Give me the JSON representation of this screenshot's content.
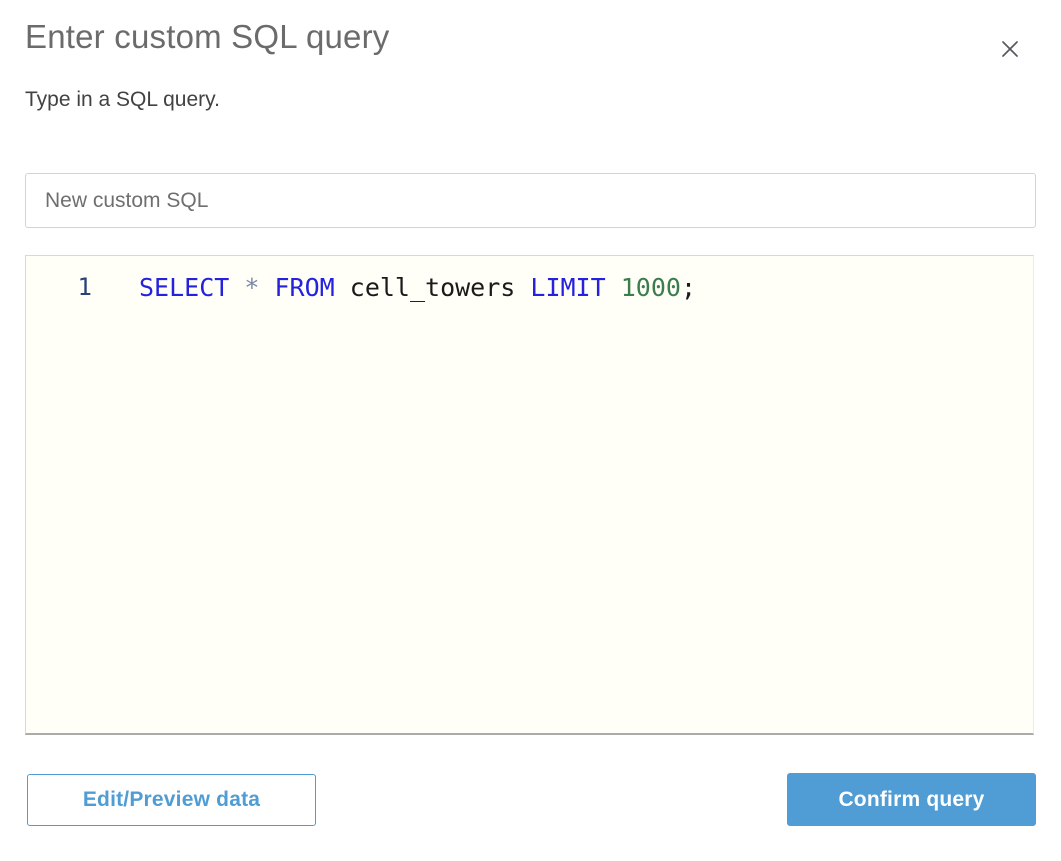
{
  "dialog": {
    "title": "Enter custom SQL query",
    "subtitle": "Type in a SQL query.",
    "close_icon": "x-close"
  },
  "name_input": {
    "value": "New custom SQL"
  },
  "editor": {
    "lines": [
      {
        "number": "1",
        "tokens": [
          {
            "type": "keyword",
            "text": "SELECT"
          },
          {
            "type": "plain",
            "text": " "
          },
          {
            "type": "operator",
            "text": "*"
          },
          {
            "type": "plain",
            "text": " "
          },
          {
            "type": "keyword",
            "text": "FROM"
          },
          {
            "type": "plain",
            "text": " cell_towers "
          },
          {
            "type": "keyword",
            "text": "LIMIT"
          },
          {
            "type": "plain",
            "text": " "
          },
          {
            "type": "number",
            "text": "1000"
          },
          {
            "type": "plain",
            "text": ";"
          }
        ]
      }
    ]
  },
  "buttons": {
    "edit_preview_label": "Edit/Preview data",
    "confirm_label": "Confirm query"
  },
  "colors": {
    "accent_blue": "#4f9dd4",
    "keyword": "#2421df",
    "number_literal": "#3c7d50",
    "operator": "#7b87a8",
    "line_number": "#274179",
    "editor_bg": "#fffef7",
    "title_gray": "#6b6b6b"
  }
}
